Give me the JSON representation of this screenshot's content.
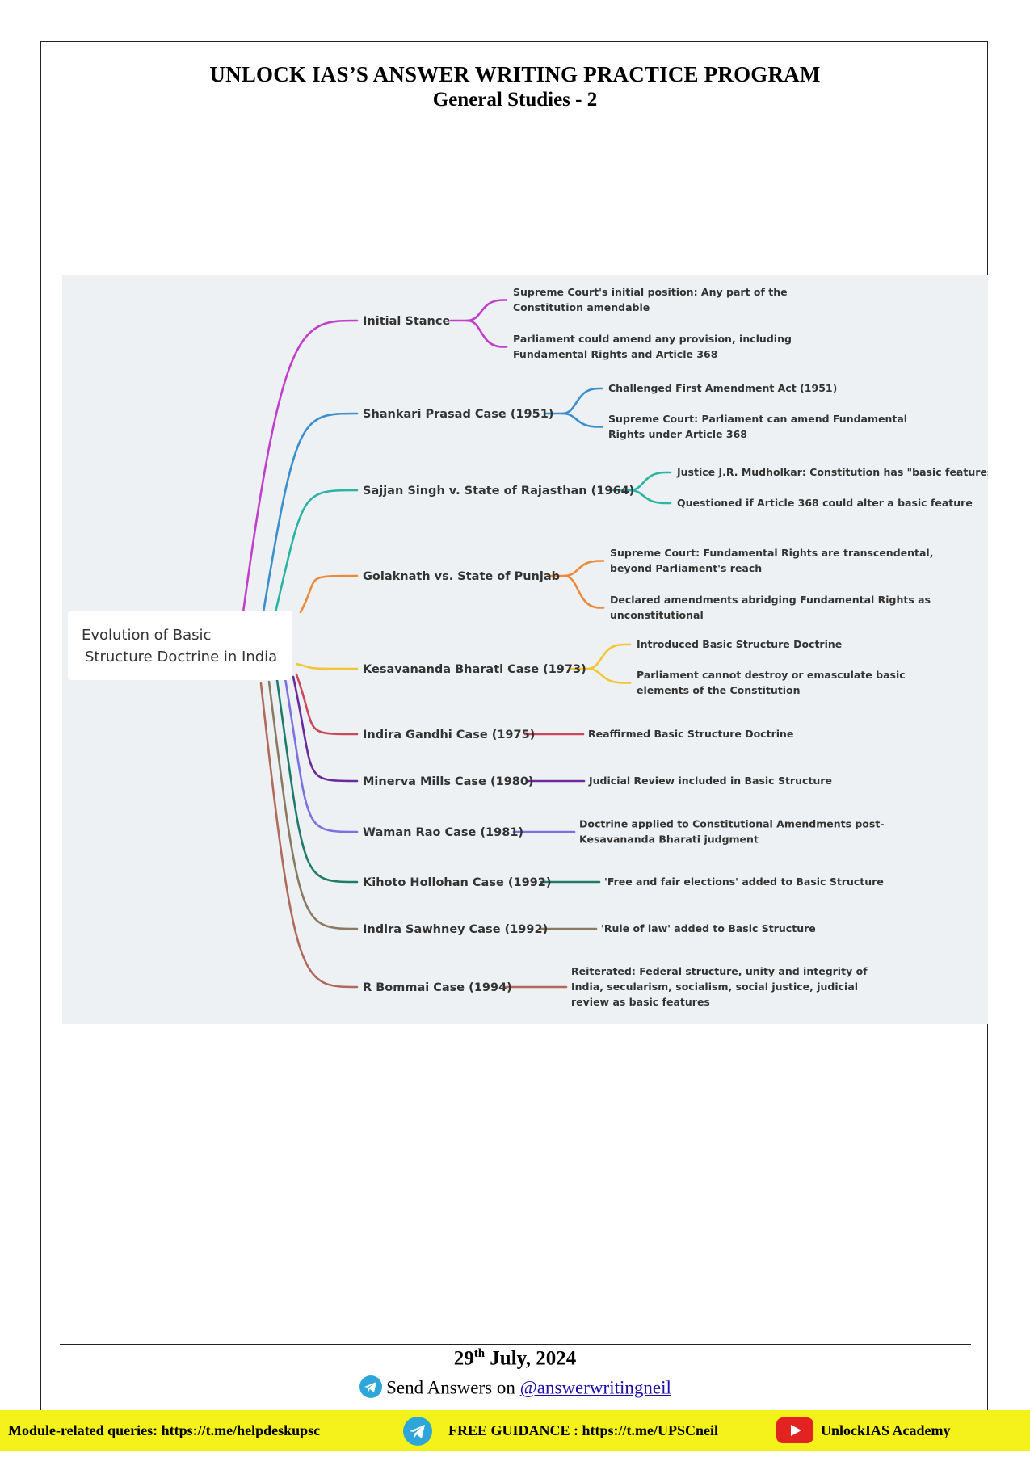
{
  "header": {
    "title": "UNLOCK IAS’S ANSWER WRITING PRACTICE PROGRAM",
    "subtitle": "General Studies - 2"
  },
  "mindmap": {
    "central": [
      "Evolution of Basic",
      "Structure Doctrine in India"
    ],
    "branches": [
      {
        "label": "Initial Stance",
        "color": "#c03fcf",
        "details": [
          [
            "Supreme Court's initial position: Any part of the",
            "Constitution amendable"
          ],
          [
            "Parliament could amend any provision, including",
            "Fundamental Rights and Article 368"
          ]
        ]
      },
      {
        "label": "Shankari Prasad Case (1951)",
        "color": "#3a8fcc",
        "details": [
          [
            "Challenged First Amendment Act (1951)"
          ],
          [
            "Supreme Court: Parliament can amend Fundamental",
            "Rights under Article 368"
          ]
        ]
      },
      {
        "label": "Sajjan Singh v. State of Rajasthan (1964)",
        "color": "#2bb3a3",
        "details": [
          [
            "Justice J.R. Mudholkar: Constitution has \"basic features\""
          ],
          [
            "Questioned if Article 368 could alter a basic feature"
          ]
        ]
      },
      {
        "label": "Golaknath vs. State of Punjab",
        "color": "#ec8a3a",
        "details": [
          [
            "Supreme Court: Fundamental Rights are transcendental,",
            "beyond Parliament's reach"
          ],
          [
            "Declared amendments abridging Fundamental Rights as",
            "unconstitutional"
          ]
        ]
      },
      {
        "label": "Kesavananda Bharati Case (1973)",
        "color": "#f2c537",
        "details": [
          [
            "Introduced Basic Structure Doctrine"
          ],
          [
            "Parliament cannot destroy or emasculate basic",
            "elements of the Constitution"
          ]
        ]
      },
      {
        "label": "Indira Gandhi Case (1975)",
        "color": "#c9485b",
        "details": [
          [
            "Reaffirmed Basic Structure Doctrine"
          ]
        ]
      },
      {
        "label": "Minerva Mills Case (1980)",
        "color": "#6a2a9e",
        "details": [
          [
            "Judicial Review included in Basic Structure"
          ]
        ]
      },
      {
        "label": "Waman Rao Case (1981)",
        "color": "#7a72e0",
        "details": [
          [
            "Doctrine applied to Constitutional Amendments post-",
            "Kesavananda Bharati judgment"
          ]
        ]
      },
      {
        "label": "Kihoto Hollohan Case (1992)",
        "color": "#1f7a6a",
        "details": [
          [
            "'Free and fair elections' added to Basic Structure"
          ]
        ]
      },
      {
        "label": "Indira Sawhney Case (1992)",
        "color": "#8a7a62",
        "details": [
          [
            "'Rule of law' added to Basic Structure"
          ]
        ]
      },
      {
        "label": "R Bommai Case (1994)",
        "color": "#b06a5c",
        "details": [
          [
            "Reiterated: Federal structure, unity and integrity of",
            "India, secularism, socialism, social justice, judicial",
            "review as basic features"
          ]
        ]
      }
    ]
  },
  "bottom": {
    "date_day": "29",
    "date_suffix": "th",
    "date_rest": " July, 2024",
    "send_prefix": "Send Answers on ",
    "send_link": "@answerwritingneil"
  },
  "footer": {
    "queries": "Module-related queries: https://t.me/helpdeskupsc",
    "guidance": "FREE GUIDANCE : https://t.me/UPSCneil",
    "youtube": "UnlockIAS Academy",
    "telegram_icon": "telegram-icon",
    "youtube_icon": "youtube-icon",
    "footer_bg": "#f5f21b"
  }
}
